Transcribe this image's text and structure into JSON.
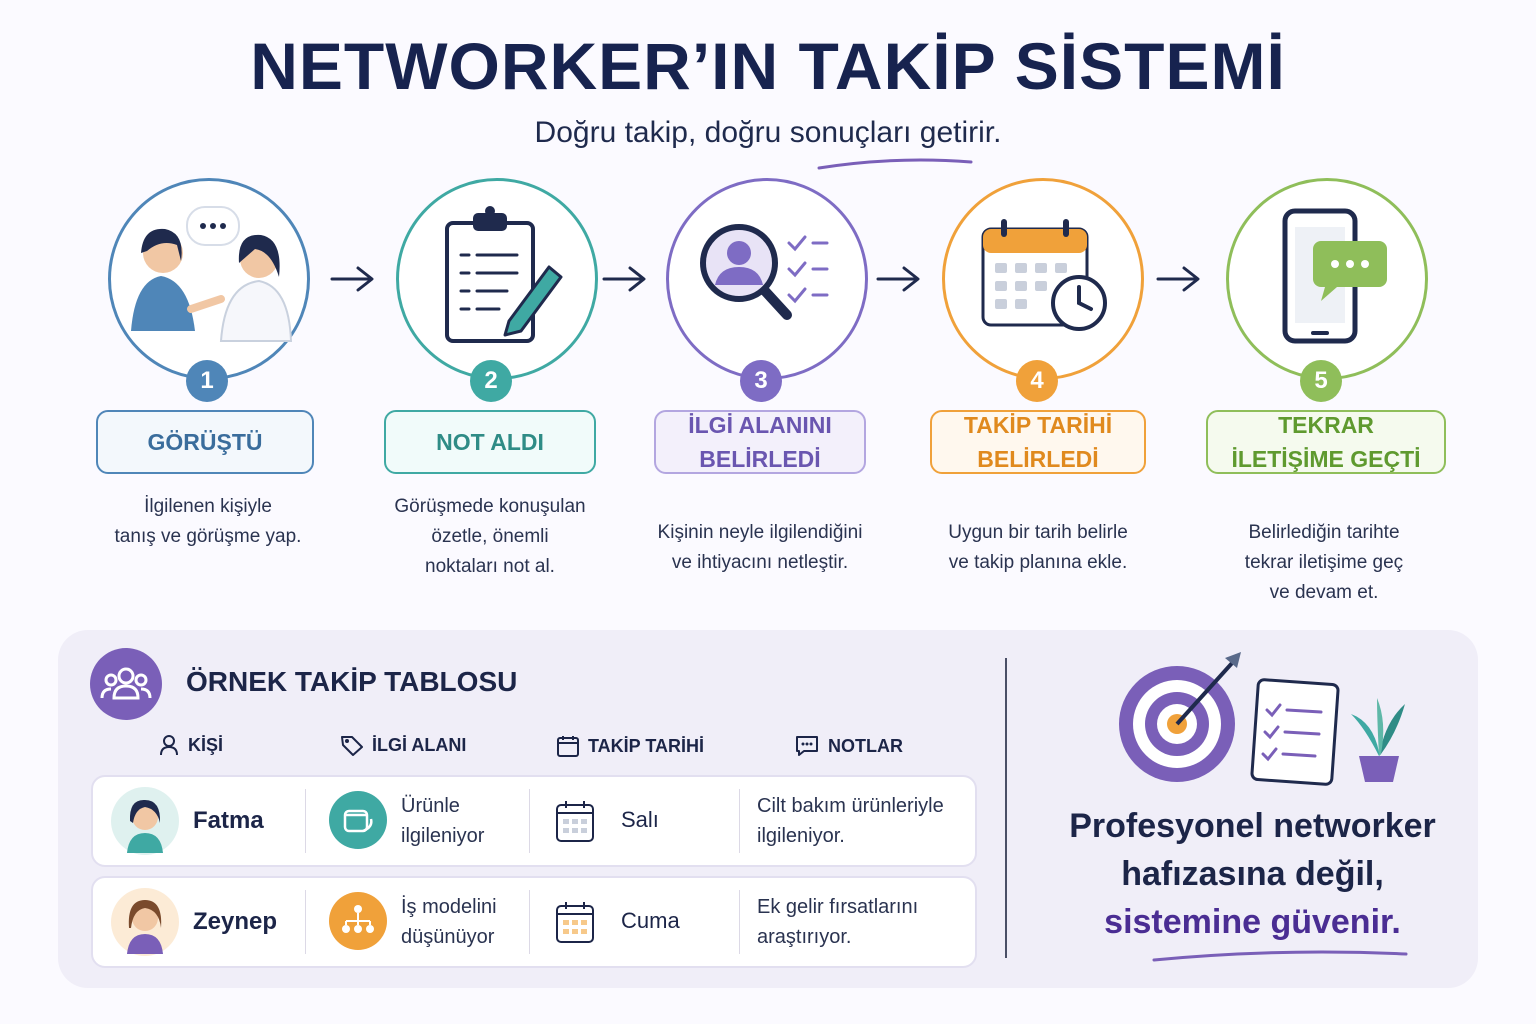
{
  "header": {
    "title": "NETWORKER’IN TAKİP SİSTEMİ",
    "subtitle": "Doğru takip, doğru sonuçları getirir."
  },
  "colors": {
    "navy": "#17234f",
    "step1": "#4f86b8",
    "step2": "#3fa9a3",
    "step3": "#7e6cc4",
    "step4": "#f0a13a",
    "step5": "#8fbe5a",
    "purple": "#7a5fb8"
  },
  "steps": [
    {
      "number": "1",
      "label_line1": "GÖRÜŞTÜ",
      "label_line2": "",
      "desc_line1": "İlgilenen kişiyle",
      "desc_line2": "tanış ve görüşme yap.",
      "desc_line3": "",
      "icon": "conversation-icon"
    },
    {
      "number": "2",
      "label_line1": "NOT ALDI",
      "label_line2": "",
      "desc_line1": "Görüşmede konuşulan",
      "desc_line2": "özetle, önemli",
      "desc_line3": "noktaları not al.",
      "icon": "clipboard-icon"
    },
    {
      "number": "3",
      "label_line1": "İLGİ ALANINI",
      "label_line2": "BELİRLEDİ",
      "desc_line1": "Kişinin neyle ilgilendiğini",
      "desc_line2": "ve ihtiyacını netleştir.",
      "desc_line3": "",
      "icon": "magnifier-person-icon"
    },
    {
      "number": "4",
      "label_line1": "TAKİP TARİHİ",
      "label_line2": "BELİRLEDİ",
      "desc_line1": "Uygun bir tarih belirle",
      "desc_line2": "ve takip planına ekle.",
      "desc_line3": "",
      "icon": "calendar-clock-icon"
    },
    {
      "number": "5",
      "label_line1": "TEKRAR",
      "label_line2": "İLETİŞİME GEÇTİ",
      "desc_line1": "Belirlediğin tarihte",
      "desc_line2": "tekrar iletişime geç",
      "desc_line3": "ve devam et.",
      "icon": "phone-message-icon"
    }
  ],
  "table": {
    "title": "ÖRNEK TAKİP TABLOSU",
    "headers": {
      "person": "KİŞİ",
      "interest": "İLGİ ALANI",
      "date": "TAKİP TARİHİ",
      "notes": "NOTLAR"
    },
    "rows": [
      {
        "name": "Fatma",
        "interest_line1": "Ürünle",
        "interest_line2": "ilgileniyor",
        "day": "Salı",
        "note_line1": "Cilt bakım ürünleriyle",
        "note_line2": "ilgileniyor."
      },
      {
        "name": "Zeynep",
        "interest_line1": "İş modelini",
        "interest_line2": "düşünüyor",
        "day": "Cuma",
        "note_line1": "Ek gelir fırsatlarını",
        "note_line2": "araştırıyor."
      }
    ]
  },
  "quote": {
    "line1": "Profesyonel networker",
    "line2": "hafızasına değil,",
    "line3": "sistemine güvenir."
  }
}
